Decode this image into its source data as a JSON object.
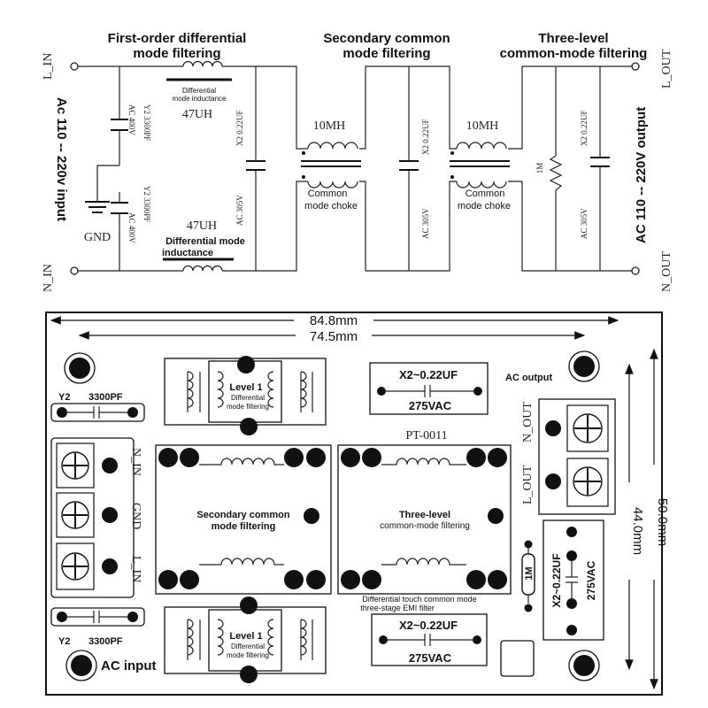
{
  "schematic": {
    "section1_title": [
      "First-order differential",
      "mode filtering"
    ],
    "section2_title": [
      "Secondary common",
      "mode filtering"
    ],
    "section3_title": [
      "Three-level",
      "common-mode filtering"
    ],
    "pin_l_in": "L_IN",
    "pin_n_in": "N_IN",
    "pin_l_out": "L_OUT",
    "pin_n_out": "N_OUT",
    "gnd": "GND",
    "input_label": "Ac 110 -- 220v input",
    "output_label": "AC 110 -- 220V output",
    "diff_inductor_top_caption": [
      "Differential",
      "mode inductance"
    ],
    "diff_inductor_top_value": "47UH",
    "diff_inductor_bottom_value": "47UH",
    "diff_inductor_bottom_caption": [
      "Differential mode",
      "inductance"
    ],
    "cap_y_top": [
      "AC 400V",
      "Y2 3300PF"
    ],
    "cap_y_bottom": [
      "Y2 3300PF",
      "AC 400V"
    ],
    "cap_x_a_top": "X2 0.22UF",
    "cap_x_a_bottom": "AC 305V",
    "cap_x_b_top": "X2 0.22UF",
    "cap_x_b_bottom": "AC 305V",
    "cap_x_c_top": "X2 0.22UF",
    "cap_x_c_bottom": "AC 305V",
    "choke1_value": "10MH",
    "choke2_value": "10MH",
    "choke_caption": [
      "Common",
      "mode choke"
    ],
    "resistor_value": "1M"
  },
  "pcb": {
    "dim_outer": "84.8mm",
    "dim_inner": "74.5mm",
    "dim_height_outer": "50.0mm",
    "dim_height_inner": "44.0mm",
    "y2_top_label": "Y2",
    "y2_top_value": "3300PF",
    "y2_bottom_label": "Y2",
    "y2_bottom_value": "3300PF",
    "level1_title": "Level 1",
    "level1_sub": [
      "Differential",
      "mode filtering"
    ],
    "x2_top_value": "X2~0.22UF",
    "x2_top_voltage": "275VAC",
    "x2_bottom_value": "X2~0.22UF",
    "x2_bottom_voltage": "275VAC",
    "x2_right_value": "X2~0.22UF",
    "x2_right_voltage": "275VAC",
    "ac_output": "AC output",
    "ac_input": "AC input",
    "board_code": "PT-0011",
    "sec_common_title": [
      "Secondary common",
      "mode filtering"
    ],
    "three_level_title": [
      "Three-level",
      "common-mode filtering"
    ],
    "emi_caption": [
      "Differential touch common mode",
      "three-stage EMI filter"
    ],
    "pin_n_in": "N_IN",
    "pin_gnd": "GND",
    "pin_l_in": "L_IN",
    "pin_n_out": "N_OUT",
    "pin_l_out": "L_OUT",
    "resistor_value": "1M"
  }
}
